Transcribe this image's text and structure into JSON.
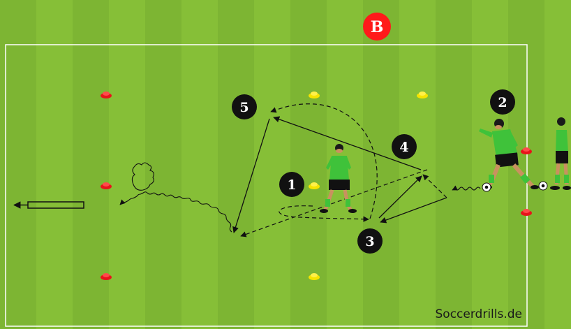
{
  "station_label": "B",
  "watermark": "Soccerdrills.de",
  "steps": [
    "1",
    "2",
    "3",
    "4",
    "5"
  ],
  "colors": {
    "grass_light": "#86bf37",
    "grass_dark": "#7ab32f",
    "line": "#ffffff",
    "marker": "#111111",
    "badge": "#ff1a1a",
    "cone_red": "#e8141b",
    "cone_yellow": "#f5e400",
    "player_shirt": "#3fc23a",
    "player_shorts": "#111111"
  }
}
